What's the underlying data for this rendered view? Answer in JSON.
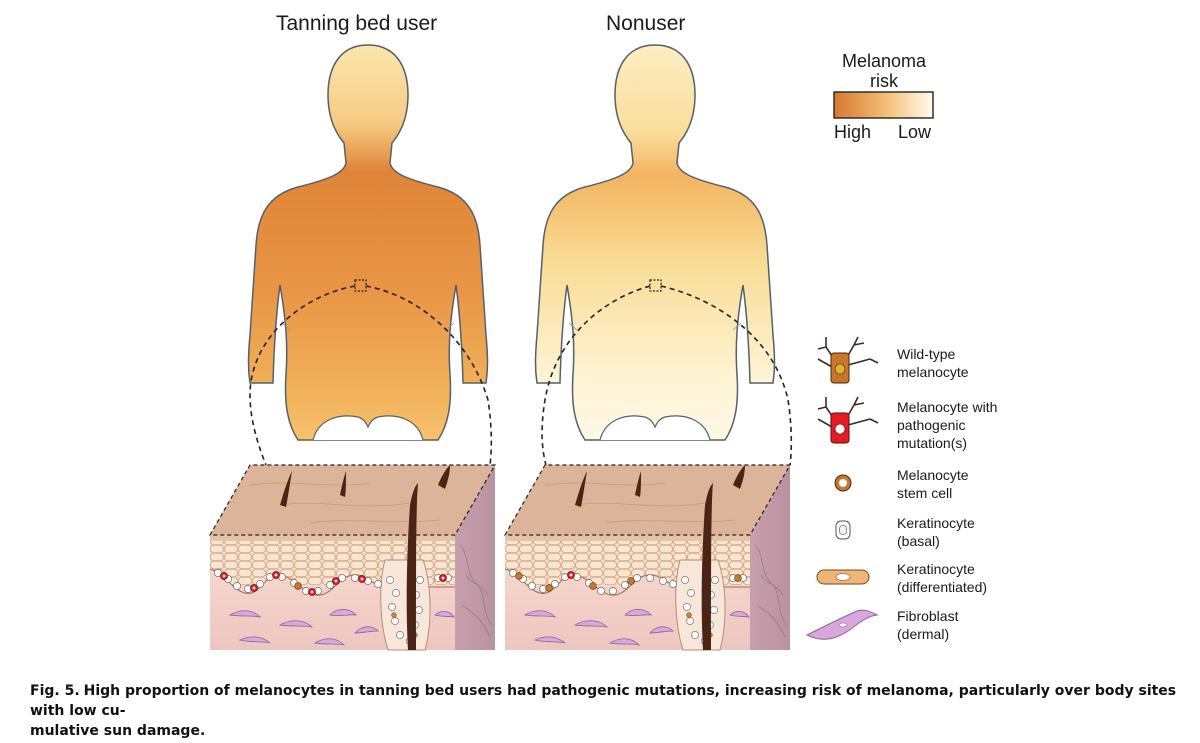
{
  "columns": {
    "user_title": "Tanning bed user",
    "nonuser_title": "Nonuser"
  },
  "risk_scale": {
    "title_line1": "Melanoma",
    "title_line2": "risk",
    "high_label": "High",
    "low_label": "Low",
    "high_color": "#d9772e",
    "low_color": "#fffbee"
  },
  "legend": {
    "items": [
      {
        "icon": "wild-type-melanocyte-icon",
        "lines": [
          "Wild-type",
          "melanocyte"
        ]
      },
      {
        "icon": "mutated-melanocyte-icon",
        "lines": [
          "Melanocyte with",
          "pathogenic",
          "mutation(s)"
        ]
      },
      {
        "icon": "melanocyte-stem-cell-icon",
        "lines": [
          "Melanocyte",
          "stem cell"
        ]
      },
      {
        "icon": "basal-keratinocyte-icon",
        "lines": [
          "Keratinocyte",
          "(basal)"
        ]
      },
      {
        "icon": "differentiated-keratinocyte-icon",
        "lines": [
          "Keratinocyte",
          "(differentiated)"
        ]
      },
      {
        "icon": "fibroblast-icon",
        "lines": [
          "Fibroblast",
          "(dermal)"
        ]
      }
    ]
  },
  "caption": {
    "prefix": "Fig. 5.",
    "line1": "High proportion of melanocytes in tanning bed users had pathogenic mutations, increasing risk of melanoma, particularly over body sites with low cu-",
    "line2": "mulative sun damage."
  },
  "colors": {
    "user_body": "#de8236",
    "nonuser_body": "#f6ca7c",
    "outline": "#55606a",
    "skin_surface": "#dcb49a",
    "dermis": "#f1cfc8",
    "epidermis": "#f3d9c4",
    "hair": "#4a2414",
    "mutated_cell": "#e31b23",
    "wild_type_cell": "#c8762a"
  }
}
